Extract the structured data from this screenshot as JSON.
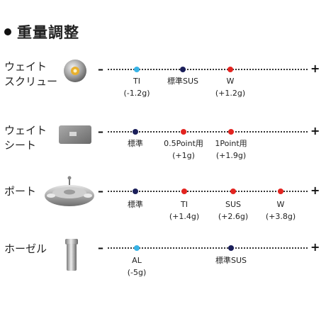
{
  "section_title": "重量調整",
  "colors": {
    "standard": "#1b1f5a",
    "heavy": "#e32420",
    "light": "#37b3e6"
  },
  "rows": [
    {
      "label": "ウェイト\nスクリュー",
      "minus": "–",
      "plus": "+",
      "points": [
        {
          "color": "light",
          "label": "TI\n(-1.2g)"
        },
        {
          "color": "standard",
          "label": "標準SUS"
        },
        {
          "color": "heavy",
          "label": "W\n(+1.2g)"
        }
      ]
    },
    {
      "label": "ウェイト\nシート",
      "minus": "–",
      "plus": "+",
      "points": [
        {
          "color": "standard",
          "label": "標準"
        },
        {
          "color": "heavy",
          "label": "0.5Point用\n(+1g)"
        },
        {
          "color": "heavy",
          "label": "1Point用\n(+1.9g)"
        }
      ]
    },
    {
      "label": "ポート",
      "minus": "–",
      "plus": "+",
      "points": [
        {
          "color": "standard",
          "label": "標準"
        },
        {
          "color": "heavy",
          "label": "TI\n(+1.4g)"
        },
        {
          "color": "heavy",
          "label": "SUS\n(+2.6g)"
        },
        {
          "color": "heavy",
          "label": "W\n(+3.8g)"
        }
      ]
    },
    {
      "label": "ホーゼル",
      "minus": "–",
      "plus": "+",
      "points": [
        {
          "color": "light",
          "label": "AL\n(-5g)"
        },
        {
          "color": "standard",
          "label": "標準SUS"
        }
      ]
    }
  ]
}
